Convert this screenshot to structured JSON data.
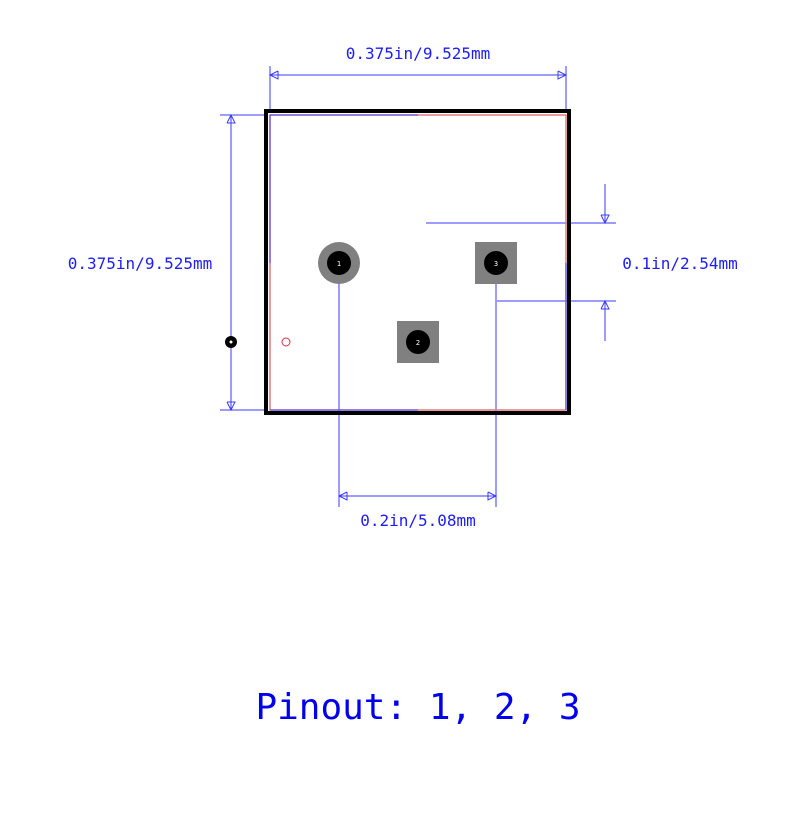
{
  "dimensions": {
    "width_label": "0.375in/9.525mm",
    "height_label": "0.375in/9.525mm",
    "pitch_label": "0.1in/2.54mm",
    "spacing_label": "0.2in/5.08mm"
  },
  "pads": [
    {
      "number": "1",
      "shape": "round"
    },
    {
      "number": "2",
      "shape": "square"
    },
    {
      "number": "3",
      "shape": "square"
    }
  ],
  "pinout": "Pinout: 1, 2, 3",
  "colors": {
    "dimension": "#3b3bff",
    "outline": "#000000",
    "courtyard": "#e07b7b",
    "pad": "#808080",
    "drill": "#000000",
    "pin1_marker": "#cc3344"
  }
}
